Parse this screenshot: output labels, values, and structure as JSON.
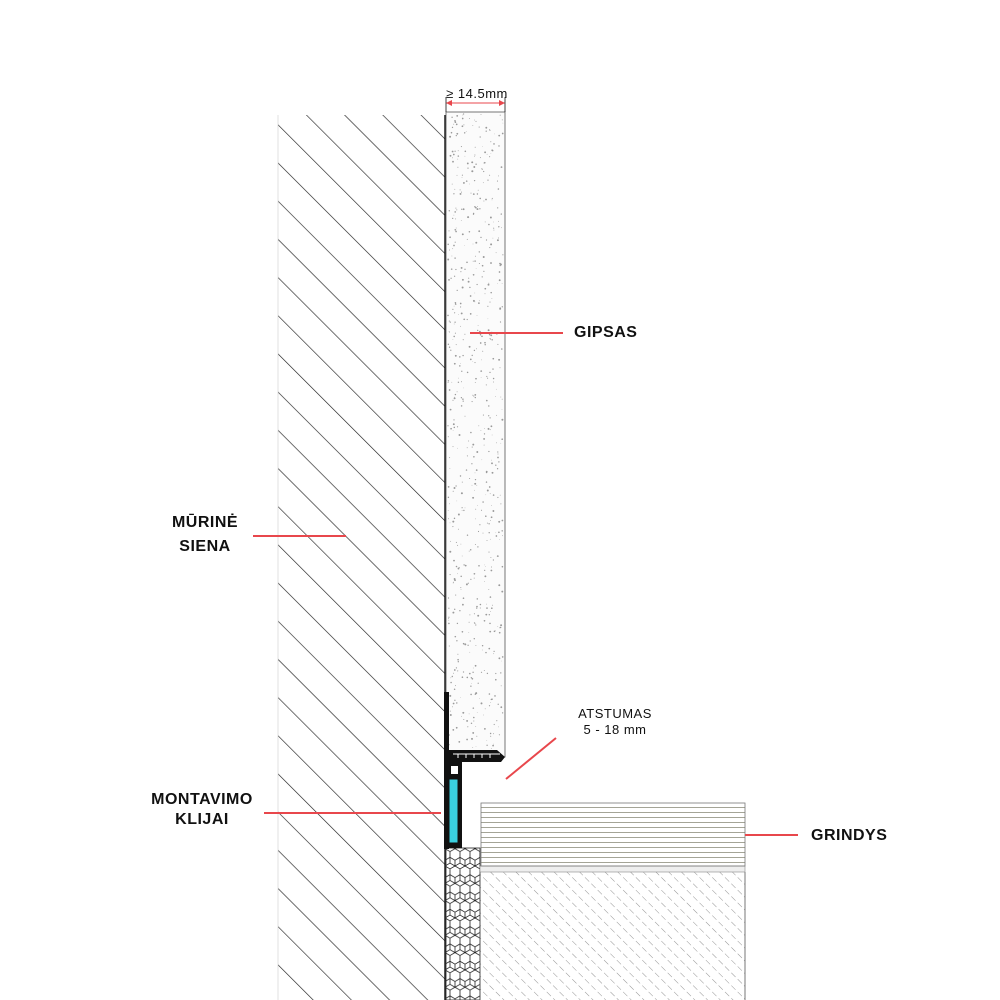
{
  "dimension": {
    "text": "≥ 14.5mm"
  },
  "labels": {
    "plaster": "GIPSAS",
    "wall_line1": "MŪRINĖ",
    "wall_line2": "SIENA",
    "gap_line1": "ATSTUMAS",
    "gap_line2": "5 - 18 mm",
    "adhesive_line1": "MONTAVIMO",
    "adhesive_line2": "KLIJAI",
    "floor": "GRINDYS"
  },
  "colors": {
    "leader": "#e8474c",
    "outline": "#111111",
    "hatch": "#222222",
    "adhesive": "#3ad0e0",
    "profile": "#111111",
    "floor_lines": "#9a9a8a",
    "speckle": "#9a9a9a"
  }
}
